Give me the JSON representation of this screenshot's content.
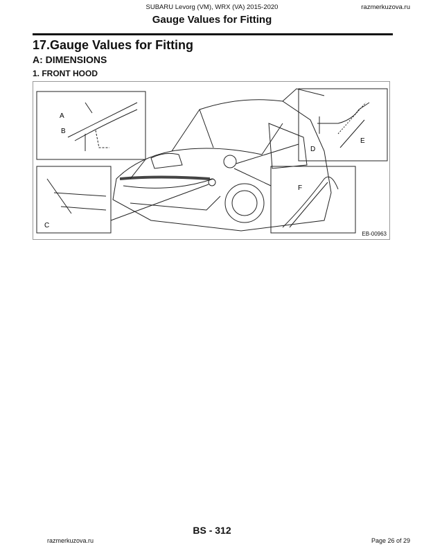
{
  "header": {
    "model": "SUBARU Levorg (VM), WRX (VA) 2015-2020",
    "site": "razmerkuzova.ru",
    "title": "Gauge Values for Fitting"
  },
  "section": {
    "title": "17.Gauge Values for Fitting",
    "sub": "A:  DIMENSIONS",
    "item": "1.  FRONT HOOD"
  },
  "figure": {
    "code": "EB-00963",
    "labels": {
      "a": "A",
      "b": "B",
      "c": "C",
      "d": "D",
      "e": "E",
      "f": "F"
    }
  },
  "footer": {
    "page_code": "BS - 312",
    "site": "razmerkuzova.ru",
    "page": "Page 26 of 29"
  }
}
